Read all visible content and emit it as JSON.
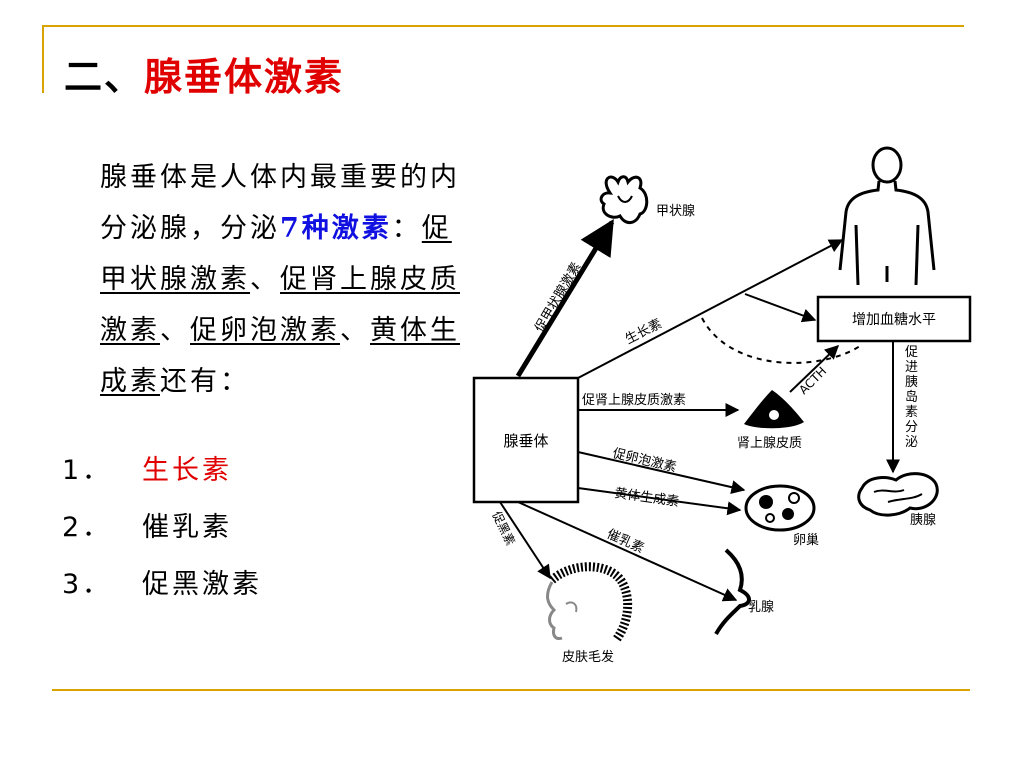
{
  "slide": {
    "title_prefix": "二、",
    "title_main": "腺垂体激素",
    "intro_part1": "腺垂体是人体内最重要的内分泌腺，分泌",
    "intro_count": "7种激素",
    "intro_colon": "：",
    "hormone_1": "促甲状腺激素",
    "sep_1": "、",
    "hormone_2": "促肾上腺皮质激素",
    "sep_2": "、",
    "hormone_3": "促卵泡激素",
    "sep_3": "、",
    "hormone_4": "黄体生成素",
    "intro_tail": "还有：",
    "list": [
      {
        "num": "1．",
        "label": "生长素"
      },
      {
        "num": "2．",
        "label": "催乳素"
      },
      {
        "num": "3．",
        "label": "促黑激素"
      }
    ]
  },
  "diagram": {
    "center_box": "腺垂体",
    "targets": {
      "thyroid": "甲状腺",
      "blood_sugar": "增加血糖水平",
      "adrenal": "肾上腺皮质",
      "pancreas": "胰腺",
      "ovary": "卵巢",
      "mammary": "乳腺",
      "skin": "皮肤毛发"
    },
    "arrows": {
      "tsh": "促甲状腺激素",
      "gh": "生长素",
      "acth_long": "促肾上腺皮质激素",
      "acth_short": "ACTH",
      "fsh": "促卵泡激素",
      "lh": "黄体生成素",
      "prl": "催乳素",
      "msh": "促黑素",
      "insulin": "促进胰岛素分泌"
    }
  },
  "colors": {
    "rule": "#d9a400",
    "accent_red": "#e00000",
    "accent_blue": "#1010e0"
  }
}
